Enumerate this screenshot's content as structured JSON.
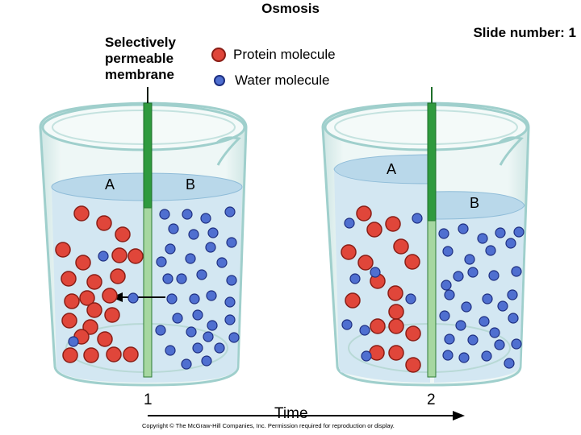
{
  "title": "Osmosis",
  "slide_number": "Slide number: 1",
  "membrane_label": "Selectively permeable membrane",
  "legend": {
    "protein": "Protein molecule",
    "water": "Water molecule"
  },
  "beaker_1": {
    "side_a": "A",
    "side_b": "B"
  },
  "beaker_2": {
    "side_a": "A",
    "side_b": "B"
  },
  "time_axis": {
    "label": "Time",
    "point_1": "1",
    "point_2": "2"
  },
  "copyright": "Copyright © The McGraw-Hill Companies, Inc. Permission required for reproduction or display.",
  "colors": {
    "protein_fill": "#e0463a",
    "water_fill": "#4f6fd0",
    "liquid": "#d3e7f2",
    "membrane": "#3fa34d",
    "glass": "#dcefee"
  }
}
